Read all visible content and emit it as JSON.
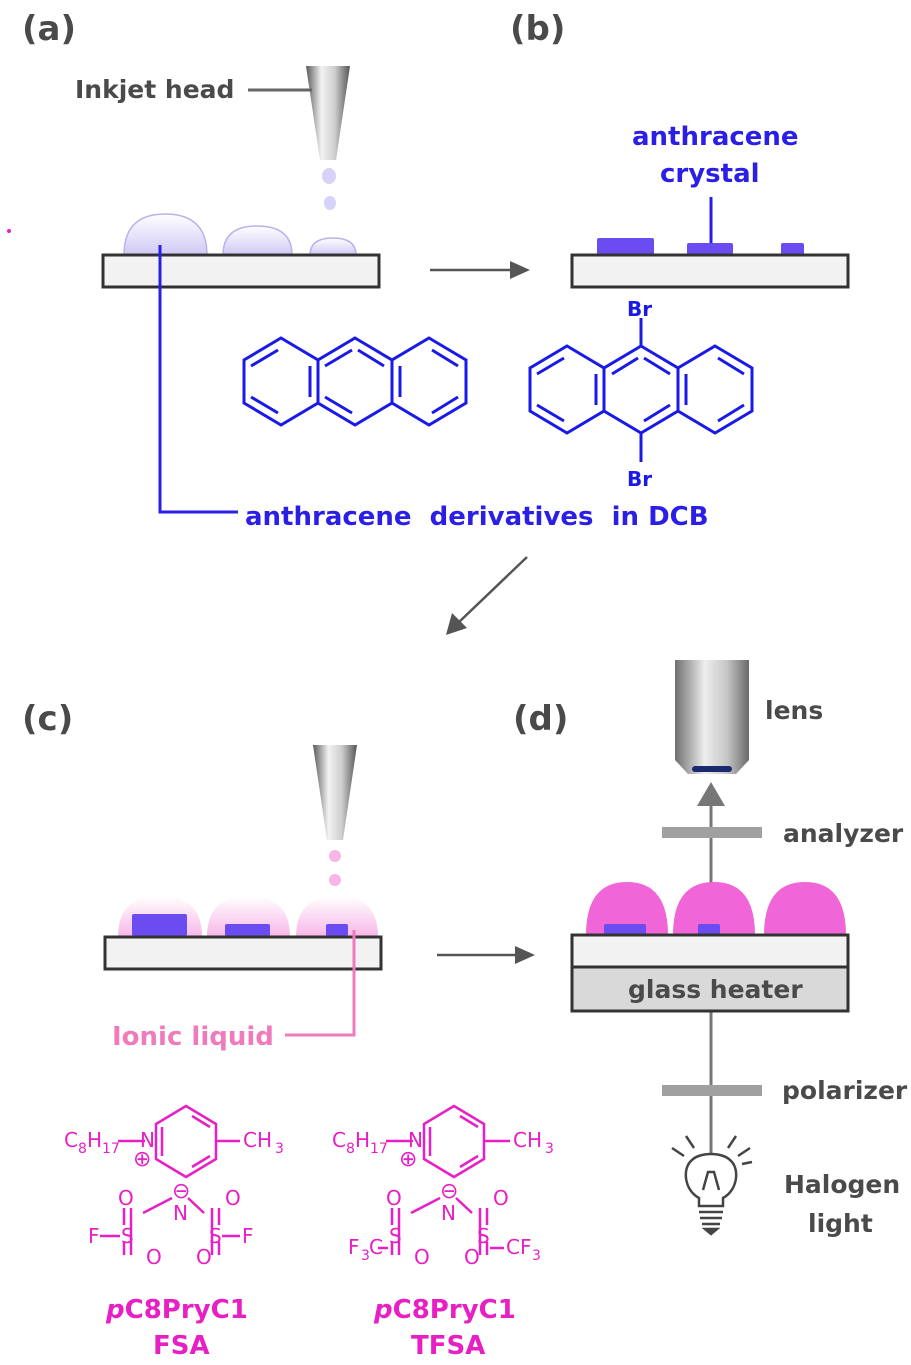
{
  "panels": {
    "a": {
      "label": "(a)",
      "inkjet_head_label": "Inkjet head",
      "solution_label": "anthracene  derivatives  in DCB"
    },
    "b": {
      "label": "(b)",
      "crystal_label_line1": "anthracene",
      "crystal_label_line2": "crystal",
      "bromine_top": "Br",
      "bromine_bottom": "Br"
    },
    "c": {
      "label": "(c)",
      "ionic_liquid_label": "Ionic liquid",
      "molecules": [
        {
          "alkyl": "C",
          "alkyl_sub1": "8",
          "alkyl_h": "H",
          "alkyl_sub2": "17",
          "n_atom": "N",
          "methyl": "CH",
          "methyl_sub": "3",
          "plus": "⊕",
          "minus": "⊖",
          "center_n": "N",
          "s1": "S",
          "s2": "S",
          "o": "O",
          "left_group": "F",
          "right_group": "F",
          "name_prefix": "p",
          "name_main": "C8PryC1",
          "name_anion": "FSA"
        },
        {
          "alkyl": "C",
          "alkyl_sub1": "8",
          "alkyl_h": "H",
          "alkyl_sub2": "17",
          "n_atom": "N",
          "methyl": "CH",
          "methyl_sub": "3",
          "plus": "⊕",
          "minus": "⊖",
          "center_n": "N",
          "s1": "S",
          "s2": "S",
          "o": "O",
          "left_group_a": "F",
          "left_group_sub": "3",
          "left_group_b": "C",
          "right_group_a": "CF",
          "right_group_sub": "3",
          "name_prefix": "p",
          "name_main": "C8PryC1",
          "name_anion": "TFSA"
        }
      ]
    },
    "d": {
      "label": "(d)",
      "lens_label": "lens",
      "analyzer_label": "analyzer",
      "heater_label": "glass heater",
      "polarizer_label": "polarizer",
      "light_label_line1": "Halogen",
      "light_label_line2": "light"
    }
  },
  "colors": {
    "text_gray": "#4a4a4a",
    "anthracene_blue": "#2b1fe6",
    "crystal_blue": "#6a4cf0",
    "ionic_liquid_pink": "#ef7bbd",
    "heated_liquid_magenta": "#f066d8",
    "chemistry_magenta": "#e71fc4",
    "droplet_lavender": "#d7d2f7"
  },
  "icons": [
    "inkjet-nozzle-icon",
    "arrow-right-icon",
    "arrow-down-left-icon",
    "objective-lens-icon",
    "light-bulb-icon"
  ]
}
